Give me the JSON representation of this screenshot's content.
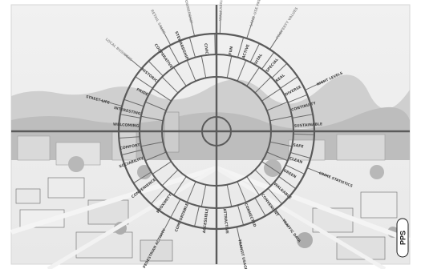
{
  "ring_outer": [
    {
      "label": "PRIDE",
      "angle": -152,
      "faint": false
    },
    {
      "label": "WELCOMING",
      "angle": -176,
      "faint": false
    },
    {
      "label": "INTERESTING",
      "angle": -167,
      "faint": false
    },
    {
      "label": "HISTORIC",
      "angle": -140,
      "faint": false
    },
    {
      "label": "COOPERATIVE",
      "angle": -125,
      "faint": false
    },
    {
      "label": "STEWARDSHIP",
      "angle": -112,
      "faint": false
    },
    {
      "label": "CIVIC",
      "angle": -97,
      "faint": false
    },
    {
      "label": "FUN",
      "angle": -80,
      "faint": false
    },
    {
      "label": "ACTIVE",
      "angle": -70,
      "faint": false
    },
    {
      "label": "VITAL",
      "angle": -60,
      "faint": false
    },
    {
      "label": "SPECIAL",
      "angle": -50,
      "faint": false
    },
    {
      "label": "REAL",
      "angle": -40,
      "faint": false
    },
    {
      "label": "DIVERSE",
      "angle": -28,
      "faint": false
    },
    {
      "label": "CONTINUITY",
      "angle": -16,
      "faint": false
    },
    {
      "label": "SUSTAINABLE",
      "angle": -4,
      "faint": false
    },
    {
      "label": "SAFE",
      "angle": 10,
      "faint": false
    },
    {
      "label": "CLEAN",
      "angle": 20,
      "faint": false
    },
    {
      "label": "GREEN",
      "angle": 30,
      "faint": false
    },
    {
      "label": "WALKABLE",
      "angle": 42,
      "faint": false
    },
    {
      "label": "CONVENIENT",
      "angle": 54,
      "faint": false
    },
    {
      "label": "CONNECTED",
      "angle": 68,
      "faint": false
    },
    {
      "label": "ATTRACTIVE",
      "angle": 84,
      "faint": false
    },
    {
      "label": "ACCESSIBLE",
      "angle": 97,
      "faint": false
    },
    {
      "label": "COMFORTABLE",
      "angle": 112,
      "faint": false
    },
    {
      "label": "PROXIMITY",
      "angle": 126,
      "faint": false
    },
    {
      "label": "CONVENIENCE",
      "angle": 142,
      "faint": false
    },
    {
      "label": "SOCIABILITY",
      "angle": 160,
      "faint": false
    },
    {
      "label": "COMFORT",
      "angle": 170,
      "faint": false
    }
  ],
  "ring_spokes": [
    {
      "label": "WALKABILITY",
      "angle": -88,
      "faint": true
    },
    {
      "label": "BUSINESS OWNERSHIP",
      "angle": -103,
      "faint": true
    },
    {
      "label": "LAND-USE PATTERNS",
      "angle": -72,
      "faint": true
    },
    {
      "label": "PROPERTY VALUES",
      "angle": -57,
      "faint": true
    },
    {
      "label": "RETAIL SALES",
      "angle": -118,
      "faint": true
    },
    {
      "label": "LOCAL BUSINESS",
      "angle": -140,
      "faint": true
    },
    {
      "label": "STREET LIFE",
      "angle": -165,
      "faint": false
    },
    {
      "label": "NIGHT LEVELS",
      "angle": -25,
      "faint": false
    },
    {
      "label": "CRIME STATISTICS",
      "angle": 22,
      "faint": false
    },
    {
      "label": "TRAFFIC DATA",
      "angle": 53,
      "faint": false
    },
    {
      "label": "TRANSIT USAGE",
      "angle": 78,
      "faint": false
    },
    {
      "label": "PEDESTRIAN ACTIVITY",
      "angle": 118,
      "faint": false
    }
  ],
  "logo": {
    "text": "PPS"
  }
}
